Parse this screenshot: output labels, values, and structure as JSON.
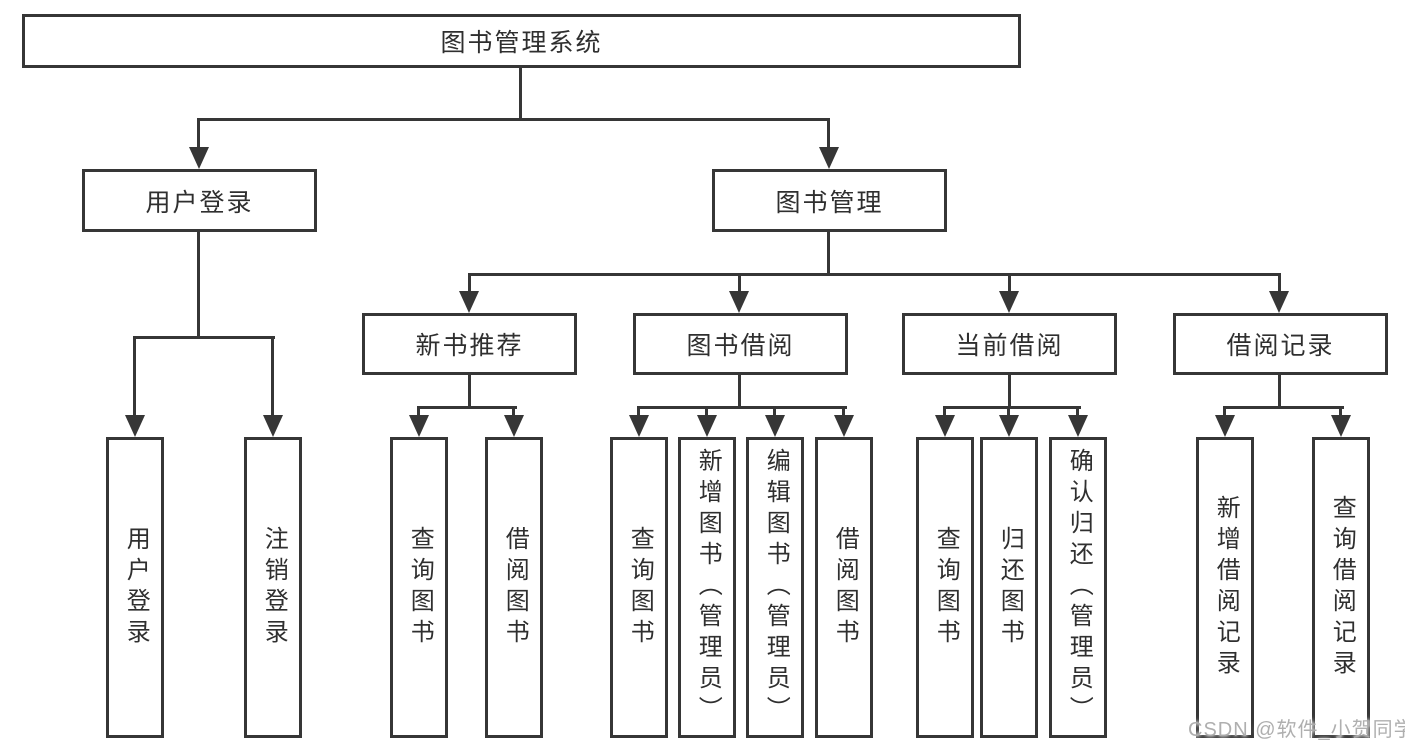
{
  "colors": {
    "line": "#363636",
    "text": "#2f2f2f",
    "background": "#ffffff",
    "watermark": "#ababab"
  },
  "root": {
    "label": "图书管理系统"
  },
  "branches": [
    {
      "label": "用户登录",
      "leaves": [
        {
          "label": "用户登录"
        },
        {
          "label": "注销登录"
        }
      ]
    },
    {
      "label": "图书管理",
      "groups": [
        {
          "label": "新书推荐",
          "leaves": [
            {
              "label": "查询图书"
            },
            {
              "label": "借阅图书"
            }
          ]
        },
        {
          "label": "图书借阅",
          "leaves": [
            {
              "label": "查询图书"
            },
            {
              "label": "新增图书（管理员）"
            },
            {
              "label": "编辑图书（管理员）"
            },
            {
              "label": "借阅图书"
            }
          ]
        },
        {
          "label": "当前借阅",
          "leaves": [
            {
              "label": "查询图书"
            },
            {
              "label": "归还图书"
            },
            {
              "label": "确认归还（管理员）"
            }
          ]
        },
        {
          "label": "借阅记录",
          "leaves": [
            {
              "label": "新增借阅记录"
            },
            {
              "label": "查询借阅记录"
            }
          ]
        }
      ]
    }
  ],
  "watermark": {
    "text": "CSDN @软件_小贺同学"
  }
}
